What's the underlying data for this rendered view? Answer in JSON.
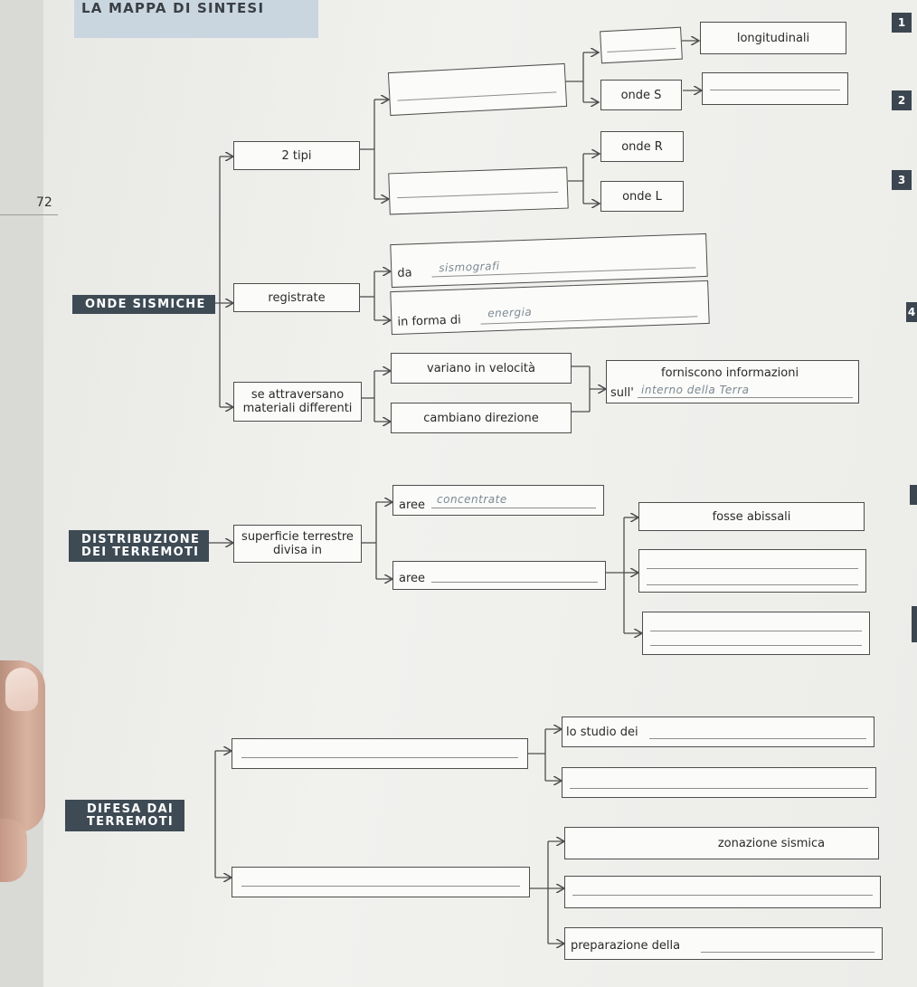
{
  "header": {
    "title": "LA MAPPA DI SINTESI",
    "page_number": "72"
  },
  "side_tabs": [
    "1",
    "2",
    "3",
    "4"
  ],
  "onde": {
    "root": "ONDE SISMICHE",
    "tipi": "2 tipi",
    "longitudinali": "longitudinali",
    "onde_s": "onde S",
    "onde_r": "onde R",
    "onde_l": "onde L",
    "registrate": "registrate",
    "da": "da",
    "da_answer": "sismografi",
    "in_forma_di": "in forma di",
    "in_forma_answer": "energia",
    "attraversano": "se attraversano materiali differenti",
    "variano": "variano in velocità",
    "cambiano": "cambiano direzione",
    "forniscono": "forniscono informazioni",
    "sull": "sull'",
    "sull_answer": "interno della Terra"
  },
  "distribuzione": {
    "root_line1": "DISTRIBUZIONE",
    "root_line2": "DEI TERREMOTI",
    "superficie": "superficie terrestre divisa in",
    "aree1": "aree",
    "aree1_answer": "concentrate",
    "aree2": "aree",
    "fosse": "fosse abissali"
  },
  "difesa": {
    "root_line1": "DIFESA DAI",
    "root_line2": "TERREMOTI",
    "studio": "lo studio dei",
    "zonazione": "zonazione sismica",
    "preparazione": "preparazione della"
  }
}
